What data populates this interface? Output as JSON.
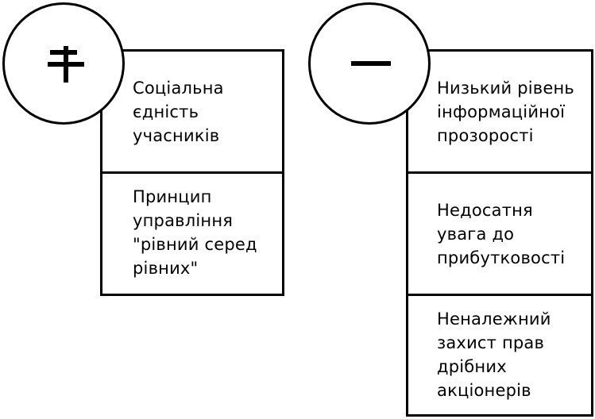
{
  "pros": {
    "symbol": "plus-icon",
    "items": [
      {
        "text": "Соціальна\nєдність\nучасників"
      },
      {
        "text": "Принцип\nуправління\n\"рівний серед\nрівних\""
      }
    ]
  },
  "cons": {
    "symbol": "minus-icon",
    "items": [
      {
        "text": "Низький рівень\nінформаційної\nпрозорості"
      },
      {
        "text": "Недосатня\nувага до\nприбутковості"
      },
      {
        "text": "Неналежний\nзахист прав\nдрібних\nакціонерів"
      }
    ]
  }
}
